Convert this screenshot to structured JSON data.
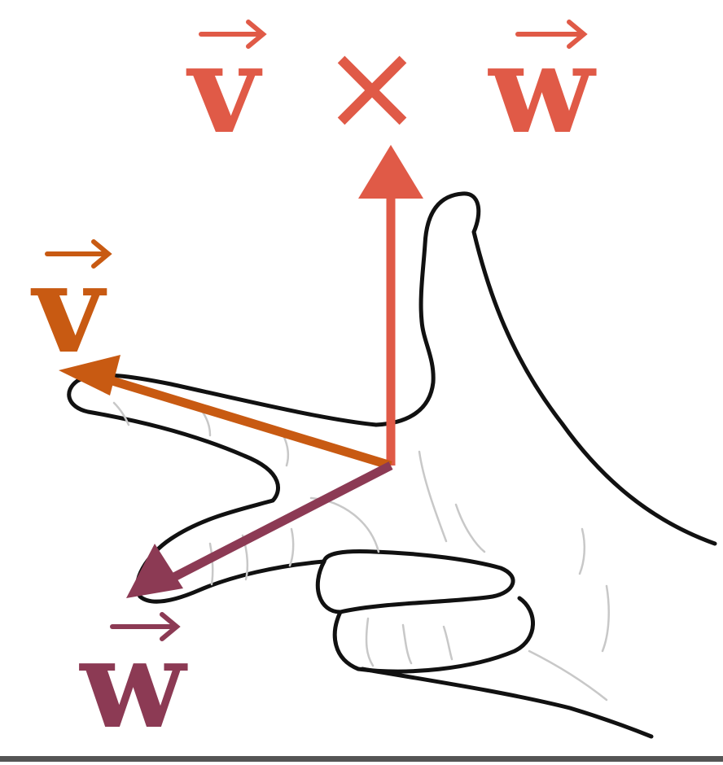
{
  "labels": {
    "cross_v": "v",
    "cross_op": "×",
    "cross_w": "w",
    "v_label": "v",
    "w_label": "w"
  },
  "colors": {
    "cross_product": "#e05a47",
    "v_vector": "#c85a12",
    "w_vector": "#8c3a54",
    "hand_outline": "#111111",
    "hand_crease": "#c8c8c8",
    "background": "#ffffff"
  },
  "icons": {
    "vector_arrow": "overhead-right-arrow",
    "hand": "right-hand-rule"
  }
}
